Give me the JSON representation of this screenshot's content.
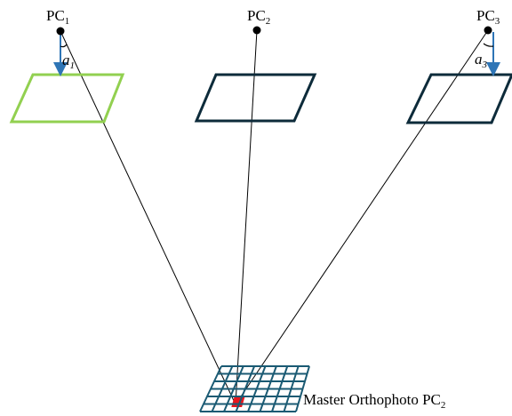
{
  "perspective_centers": [
    {
      "base": "PC",
      "sub": "1",
      "angle_base": "a",
      "angle_sub": "1"
    },
    {
      "base": "PC",
      "sub": "2"
    },
    {
      "base": "PC",
      "sub": "3",
      "angle_base": "a",
      "angle_sub": "3"
    }
  ],
  "orthophoto": {
    "label": "Master Orthophoto PC",
    "sub": "2"
  },
  "colors": {
    "point": "#000000",
    "ray": "#000000",
    "frame_green": "#92d050",
    "frame_dark": "#0d2b3a",
    "grid": "#1a5a73",
    "nadir_arrow": "#2e75b6",
    "highlight_cell": "#e8161d"
  }
}
